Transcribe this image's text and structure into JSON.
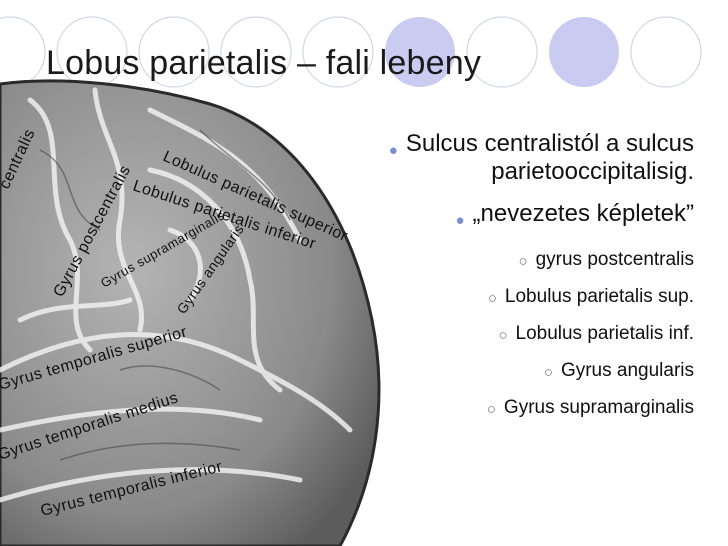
{
  "slide": {
    "title": "Lobus parietalis – fali lebeny",
    "bullets": [
      {
        "level": 1,
        "line1": "Sulcus centralistól a sulcus",
        "line2": "parietooccipitalisig."
      },
      {
        "level": 1,
        "text": "„nevezetes képletek”"
      },
      {
        "level": 2,
        "text": "gyrus postcentralis"
      },
      {
        "level": 2,
        "text": "Lobulus parietalis sup."
      },
      {
        "level": 2,
        "text": "Lobulus parietalis inf."
      },
      {
        "level": 2,
        "text": "Gyrus angularis"
      },
      {
        "level": 2,
        "text": "Gyrus supramarginalis"
      }
    ],
    "bullet_icons": {
      "level1": "filled-circle-bullet-icon",
      "level2": "hollow-circle-bullet-icon"
    }
  },
  "figure": {
    "name": "brain-lateral-view-illustration",
    "labels": [
      "Gyrus postcentralis",
      "Lobulus parietalis superior",
      "Lobulus parietalis inferior",
      "Gyrus supramarginalis",
      "Gyrus angularis",
      "Gyrus temporalis superior",
      "Gyrus temporalis medius",
      "Gyrus temporalis inferior",
      "centralis"
    ]
  },
  "colors": {
    "circle_outline": "#cfd3e8",
    "circle_fill": "#c9cbf0",
    "bullet_level1": "#7a8fd0",
    "bullet_level2": "#6e6e6e",
    "brain_fill": "#8f8f8f",
    "text": "#111111"
  }
}
